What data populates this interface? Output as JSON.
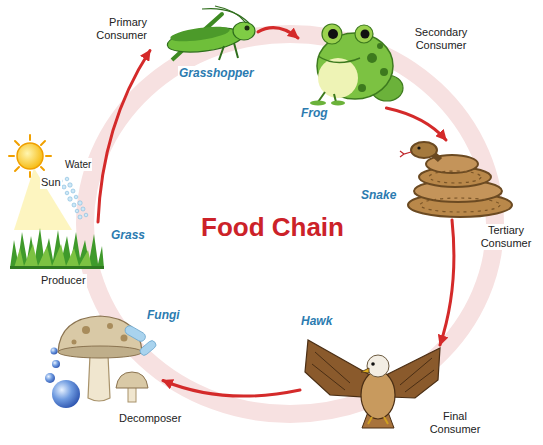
{
  "diagram": {
    "title": "Food Chain",
    "nodes": [
      {
        "text": [
          "Sun"
        ]
      },
      {
        "text": [
          "Producer",
          "Grass"
        ]
      },
      {
        "text": [
          "Primary Consumer",
          "Grasshopper"
        ]
      },
      {
        "text": [
          "Secondary Consumer",
          "Frog"
        ]
      },
      {
        "text": [
          "Snake",
          "Tertiary Consumer"
        ]
      },
      {
        "text": [
          "Hawk",
          "Final Consumer"
        ]
      },
      {
        "text": [
          "Fungi",
          "Decomposer"
        ]
      }
    ],
    "edges": [
      {
        "from": 1,
        "to": 2,
        "arrow": "to"
      },
      {
        "from": 2,
        "to": 3,
        "arrow": "to"
      },
      {
        "from": 3,
        "to": 4,
        "arrow": "to"
      },
      {
        "from": 4,
        "to": 5,
        "arrow": "to"
      },
      {
        "from": 5,
        "to": 6,
        "arrow": "to"
      }
    ],
    "labels": [
      "Water"
    ]
  }
}
